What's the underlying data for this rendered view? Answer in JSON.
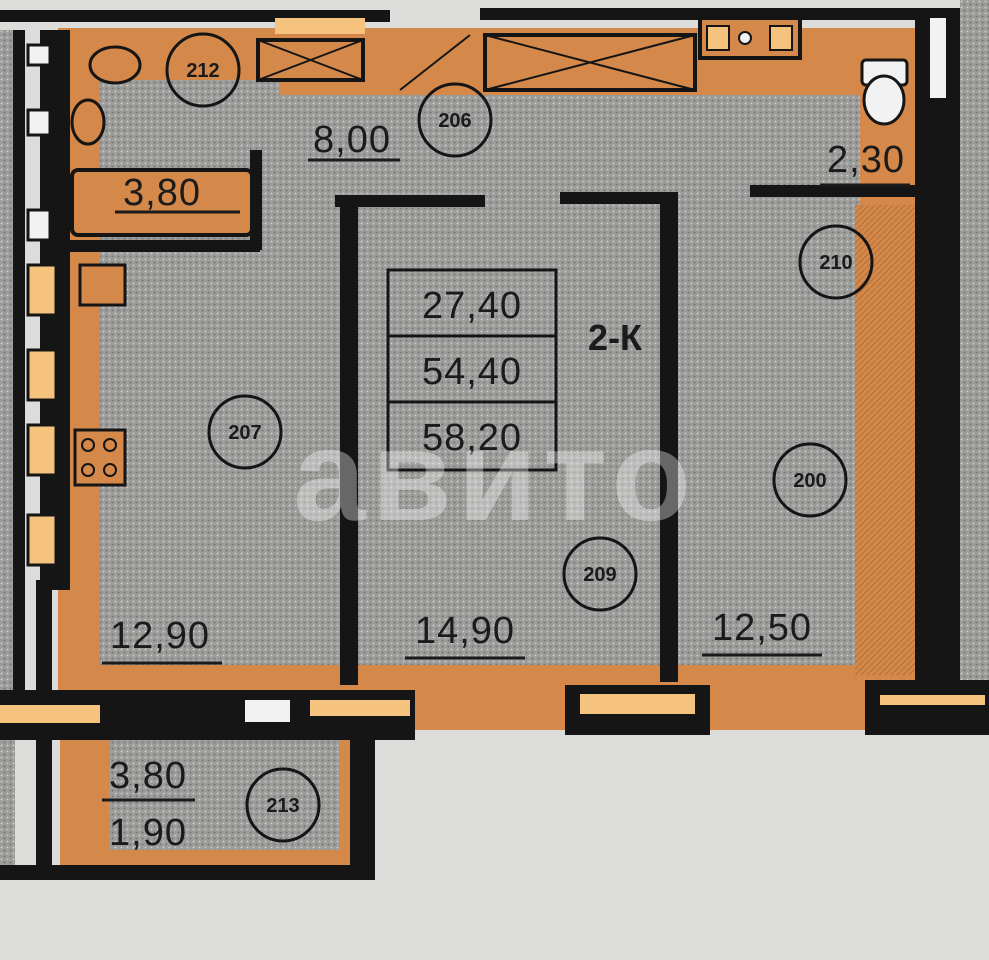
{
  "plan": {
    "apartment_type": "2-К",
    "summary_areas": [
      "27,40",
      "54,40",
      "58,20"
    ],
    "watermark": "авито",
    "colors": {
      "floor_grey": "#9c9c9a",
      "wet_orange": "#d4884a",
      "wall": "#151515",
      "background": "#dcdcda"
    },
    "rooms": [
      {
        "id": "207",
        "area": "12,90"
      },
      {
        "id": "209",
        "area": "14,90"
      },
      {
        "id": "200",
        "area": "12,50"
      },
      {
        "id": "206",
        "area": "8,00"
      },
      {
        "id": "212",
        "area": "3,80"
      },
      {
        "id": "210",
        "area": "2,30"
      },
      {
        "id": "213",
        "area": "3,80",
        "area_reduced": "1,90"
      }
    ]
  }
}
